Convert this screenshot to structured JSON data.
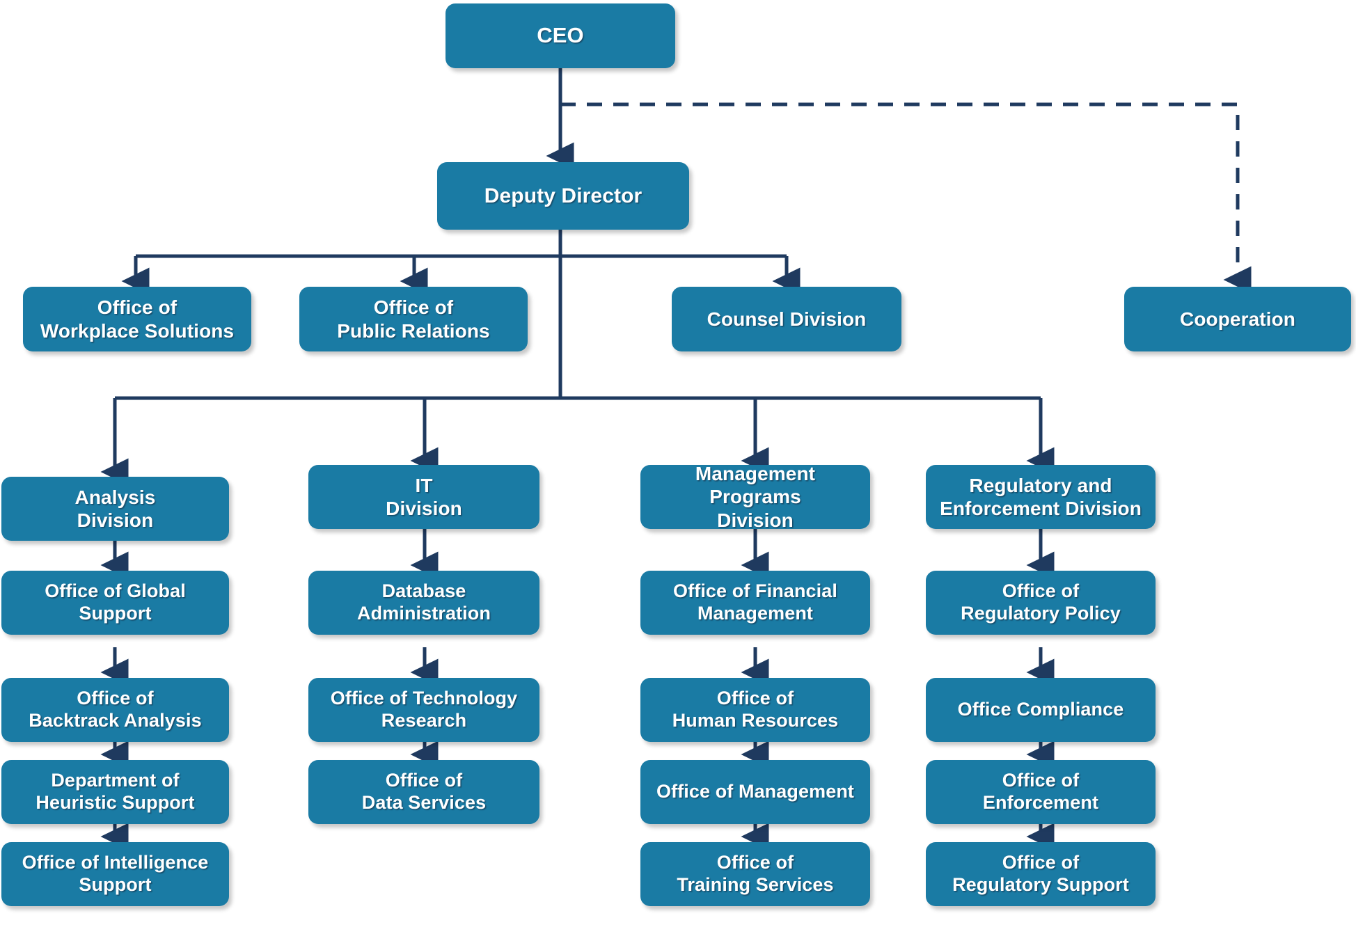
{
  "chart_data": {
    "type": "diagram",
    "title": "Organizational Chart",
    "colors": {
      "node_fill": "#1a7ba4",
      "connector": "#1f3a5f",
      "node_text": "#ffffff",
      "background": "#ffffff"
    },
    "nodes": [
      {
        "id": "ceo",
        "label": "CEO",
        "level": 0
      },
      {
        "id": "deputy_director",
        "label": "Deputy Director",
        "level": 1
      },
      {
        "id": "cooperation",
        "label": "Cooperation",
        "level": 2
      },
      {
        "id": "workplace_solutions",
        "label": "Office of\nWorkplace Solutions",
        "level": 2
      },
      {
        "id": "public_relations",
        "label": "Office of\nPublic Relations",
        "level": 2
      },
      {
        "id": "counsel_division",
        "label": "Counsel Division",
        "level": 2
      },
      {
        "id": "analysis_division",
        "label": "Analysis\nDivision",
        "level": 3
      },
      {
        "id": "it_division",
        "label": "IT\nDivision",
        "level": 3
      },
      {
        "id": "management_programs_division",
        "label": "Management Programs\nDivision",
        "level": 3
      },
      {
        "id": "regulatory_enforcement_division",
        "label": "Regulatory and\nEnforcement Division",
        "level": 3
      },
      {
        "id": "global_support",
        "label": "Office of Global Support",
        "level": 4
      },
      {
        "id": "backtrack_analysis",
        "label": "Office of\nBacktrack Analysis",
        "level": 5
      },
      {
        "id": "heuristic_support",
        "label": "Department of\nHeuristic Support",
        "level": 6
      },
      {
        "id": "intelligence_support",
        "label": "Office of Intelligence\nSupport",
        "level": 7
      },
      {
        "id": "database_administration",
        "label": "Database Administration",
        "level": 4
      },
      {
        "id": "technology_research",
        "label": "Office of Technology\nResearch",
        "level": 5
      },
      {
        "id": "data_services",
        "label": "Office of\nData Services",
        "level": 6
      },
      {
        "id": "financial_management",
        "label": "Office of Financial\nManagement",
        "level": 4
      },
      {
        "id": "human_resources",
        "label": "Office of\nHuman Resources",
        "level": 5
      },
      {
        "id": "office_of_management",
        "label": "Office of Management",
        "level": 6
      },
      {
        "id": "training_services",
        "label": "Office of\nTraining Services",
        "level": 7
      },
      {
        "id": "regulatory_policy",
        "label": "Office of\nRegulatory Policy",
        "level": 4
      },
      {
        "id": "office_compliance",
        "label": "Office Compliance",
        "level": 5
      },
      {
        "id": "enforcement",
        "label": "Office of\nEnforcement",
        "level": 6
      },
      {
        "id": "regulatory_support",
        "label": "Office of\nRegulatory Support",
        "level": 7
      }
    ],
    "edges": [
      {
        "from": "ceo",
        "to": "deputy_director",
        "style": "solid"
      },
      {
        "from": "ceo",
        "to": "cooperation",
        "style": "dashed"
      },
      {
        "from": "deputy_director",
        "to": "workplace_solutions",
        "style": "solid"
      },
      {
        "from": "deputy_director",
        "to": "public_relations",
        "style": "solid"
      },
      {
        "from": "deputy_director",
        "to": "counsel_division",
        "style": "solid"
      },
      {
        "from": "deputy_director",
        "to": "analysis_division",
        "style": "solid"
      },
      {
        "from": "deputy_director",
        "to": "it_division",
        "style": "solid"
      },
      {
        "from": "deputy_director",
        "to": "management_programs_division",
        "style": "solid"
      },
      {
        "from": "deputy_director",
        "to": "regulatory_enforcement_division",
        "style": "solid"
      },
      {
        "from": "analysis_division",
        "to": "global_support",
        "style": "solid"
      },
      {
        "from": "global_support",
        "to": "backtrack_analysis",
        "style": "solid"
      },
      {
        "from": "backtrack_analysis",
        "to": "heuristic_support",
        "style": "solid"
      },
      {
        "from": "heuristic_support",
        "to": "intelligence_support",
        "style": "solid"
      },
      {
        "from": "it_division",
        "to": "database_administration",
        "style": "solid"
      },
      {
        "from": "database_administration",
        "to": "technology_research",
        "style": "solid"
      },
      {
        "from": "technology_research",
        "to": "data_services",
        "style": "solid"
      },
      {
        "from": "management_programs_division",
        "to": "financial_management",
        "style": "solid"
      },
      {
        "from": "financial_management",
        "to": "human_resources",
        "style": "solid"
      },
      {
        "from": "human_resources",
        "to": "office_of_management",
        "style": "solid"
      },
      {
        "from": "office_of_management",
        "to": "training_services",
        "style": "solid"
      },
      {
        "from": "regulatory_enforcement_division",
        "to": "regulatory_policy",
        "style": "solid"
      },
      {
        "from": "regulatory_policy",
        "to": "office_compliance",
        "style": "solid"
      },
      {
        "from": "office_compliance",
        "to": "enforcement",
        "style": "solid"
      },
      {
        "from": "enforcement",
        "to": "regulatory_support",
        "style": "solid"
      }
    ]
  },
  "org": {
    "ceo": "CEO",
    "deputy_director": "Deputy Director",
    "cooperation": "Cooperation",
    "workplace_solutions": "Office of\nWorkplace Solutions",
    "public_relations": "Office of\nPublic Relations",
    "counsel_division": "Counsel Division",
    "divisions": [
      {
        "name": "Analysis\nDivision",
        "children": [
          "Office of Global Support",
          "Office of\nBacktrack Analysis",
          "Department of\nHeuristic Support",
          "Office of Intelligence\nSupport"
        ]
      },
      {
        "name": "IT\nDivision",
        "children": [
          "Database Administration",
          "Office of Technology\nResearch",
          "Office of\nData Services"
        ]
      },
      {
        "name": "Management Programs\nDivision",
        "children": [
          "Office of Financial\nManagement",
          "Office of\nHuman Resources",
          "Office of Management",
          "Office of\nTraining Services"
        ]
      },
      {
        "name": "Regulatory and\nEnforcement Division",
        "children": [
          "Office of\nRegulatory Policy",
          "Office Compliance",
          "Office of\nEnforcement",
          "Office of\nRegulatory Support"
        ]
      }
    ]
  }
}
